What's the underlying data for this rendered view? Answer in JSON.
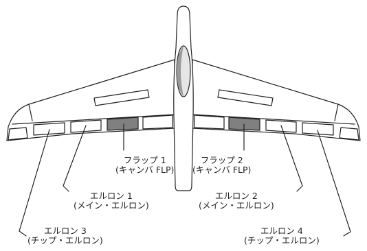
{
  "diagram": {
    "colors": {
      "line": "#231f20",
      "flap_fill": "#808080",
      "canopy_dark": "#9a9a9a",
      "canopy_light": "#e6e6e6",
      "background": "#ffffff"
    },
    "labels": {
      "flap1": {
        "name": "フラップ 1",
        "sub": "(キャンバ FLP)"
      },
      "flap2": {
        "name": "フラップ 2",
        "sub": "(キャンバ FLP)"
      },
      "aileron1": {
        "name": "エルロン 1",
        "sub": "(メイン・エルロン)"
      },
      "aileron2": {
        "name": "エルロン 2",
        "sub": "(メイン・エルロン)"
      },
      "aileron3": {
        "name": "エルロン 3",
        "sub": "(チップ・エルロン)"
      },
      "aileron4": {
        "name": "エルロン 4",
        "sub": "(チップ・エルロン)"
      }
    }
  }
}
